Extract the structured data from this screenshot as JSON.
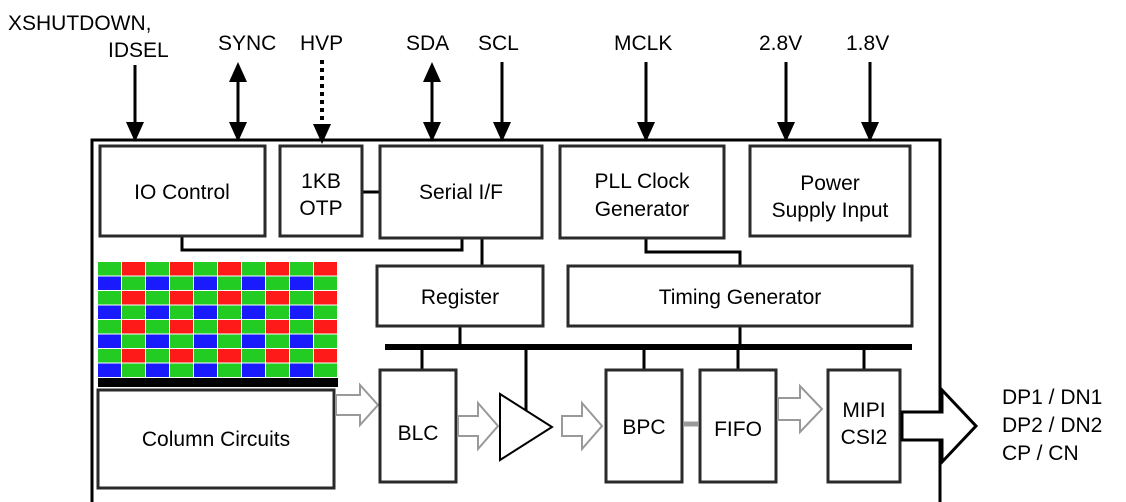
{
  "signals": {
    "xshutdown": "XSHUTDOWN,",
    "idsel": "IDSEL",
    "sync": "SYNC",
    "hvp": "HVP",
    "sda": "SDA",
    "scl": "SCL",
    "mclk": "MCLK",
    "v28": "2.8V",
    "v18": "1.8V"
  },
  "blocks": {
    "io_control": "IO Control",
    "otp_line1": "1KB",
    "otp_line2": "OTP",
    "serial_if": "Serial I/F",
    "pll_line1": "PLL Clock",
    "pll_line2": "Generator",
    "power_line1": "Power",
    "power_line2": "Supply Input",
    "register": "Register",
    "timing_generator": "Timing Generator",
    "column_circuits": "Column Circuits",
    "blc": "BLC",
    "bpc": "BPC",
    "fifo": "FIFO",
    "mipi_line1": "MIPI",
    "mipi_line2": "CSI2"
  },
  "outputs": {
    "line1": "DP1 / DN1",
    "line2": "DP2 / DN2",
    "line3": "CP / CN"
  },
  "colors": {
    "pixel_red": "#ff1a1a",
    "pixel_green": "#22cc22",
    "pixel_blue": "#1a1aff",
    "hollow_arrow": "#999999"
  }
}
